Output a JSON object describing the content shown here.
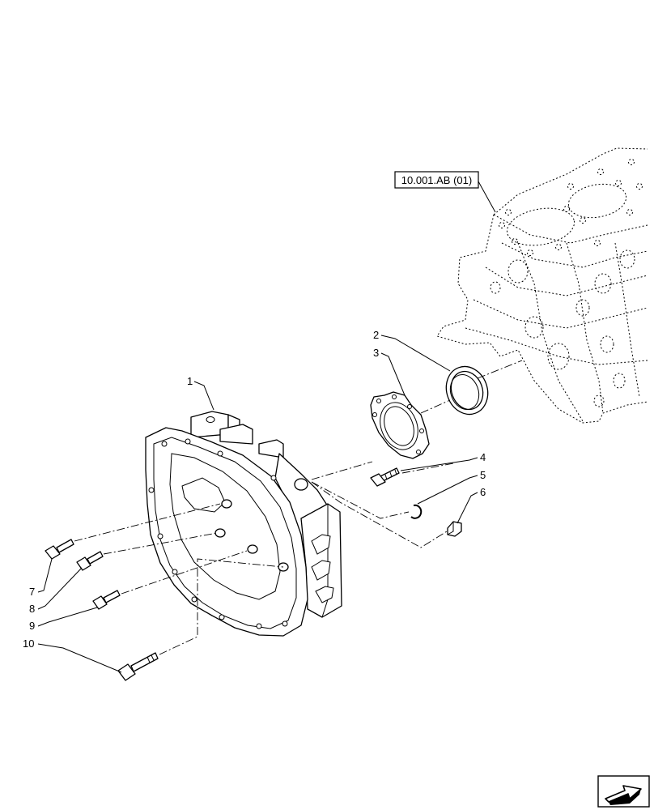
{
  "reference_label": "10.001.AB (01)",
  "callouts": [
    "1",
    "2",
    "3",
    "4",
    "5",
    "6",
    "7",
    "8",
    "9",
    "10"
  ],
  "icons": {
    "nav": "next-page-arrow-icon"
  }
}
